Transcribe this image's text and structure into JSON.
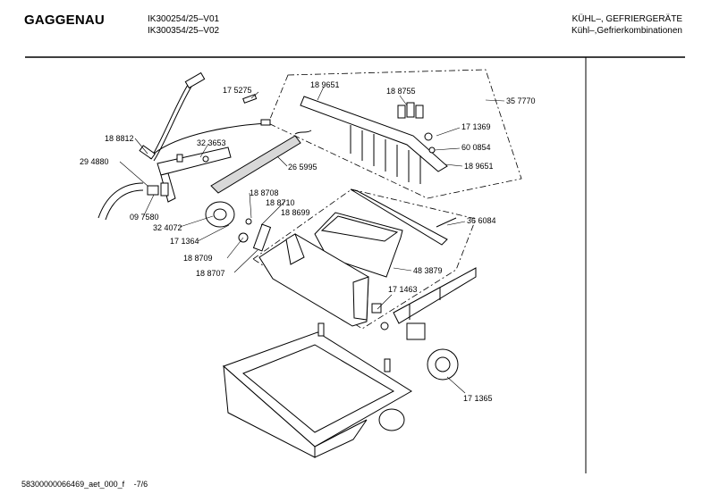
{
  "header": {
    "brand": "GAGGENAU",
    "model_line_1": "IK300254/25–V01",
    "model_line_2": "IK300354/25–V02",
    "category_line_1": "KÜHL–, GEFRIERGERÄTE",
    "category_line_2": "Kühl–,Gefrierkombinationen"
  },
  "parts": [
    "17 5275",
    "18 9651",
    "18 8755",
    "35 7770",
    "18 8812",
    "32 3653",
    "17 1369",
    "60 0854",
    "29 4880",
    "26 5995",
    "18 9651",
    "18 8708",
    "18 8710",
    "18 8699",
    "09 7580",
    "36 6084",
    "32 4072",
    "17 1364",
    "48 3879",
    "18 8709",
    "18 8707",
    "17 1463",
    "17 1365"
  ],
  "footer": {
    "doc_id": "58300000066469_aet_000_f",
    "page": "-7/6"
  }
}
